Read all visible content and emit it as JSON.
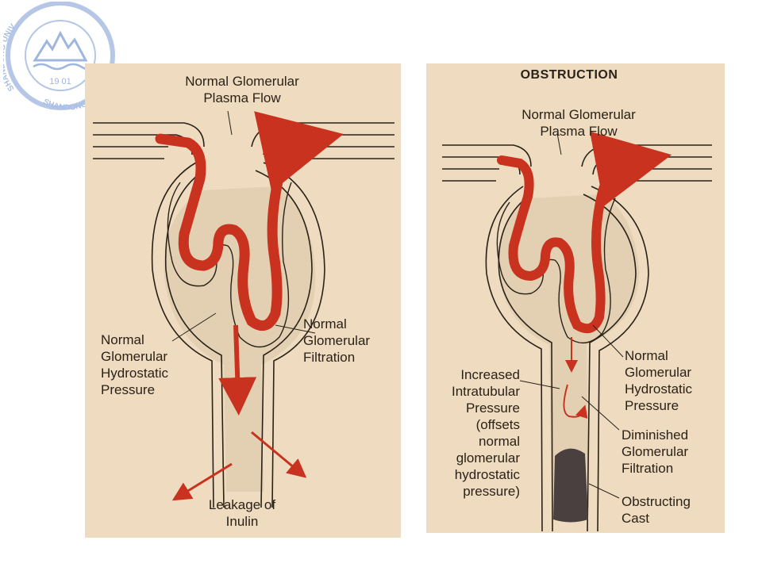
{
  "logo": {
    "year_text": "19 01",
    "ring_text": "SHANDONG UNIV"
  },
  "colors": {
    "panel_bg": "#efdcc0",
    "flow_red": "#c8321e",
    "ink": "#2a2218",
    "cast": "#4a4040",
    "logo_blue": "#a9bfe3"
  },
  "left_panel": {
    "labels": {
      "plasma_flow": "Normal Glomerular\nPlasma Flow",
      "filtration": "Normal\nGlomerular\nFiltration",
      "hydrostatic": "Normal\nGlomerular\nHydrostatic\nPressure",
      "leakage": "Leakage of\nInulin"
    }
  },
  "right_panel": {
    "title": "OBSTRUCTION",
    "labels": {
      "plasma_flow": "Normal Glomerular\nPlasma Flow",
      "intratubular": "Increased\nIntratubular\nPressure\n(offsets\nnormal\nglomerular\nhydrostatic\npressure)",
      "hydrostatic": "Normal\nGlomerular\nHydrostatic\nPressure",
      "diminished": "Diminished\nGlomerular\nFiltration",
      "cast": "Obstructing\nCast"
    }
  }
}
